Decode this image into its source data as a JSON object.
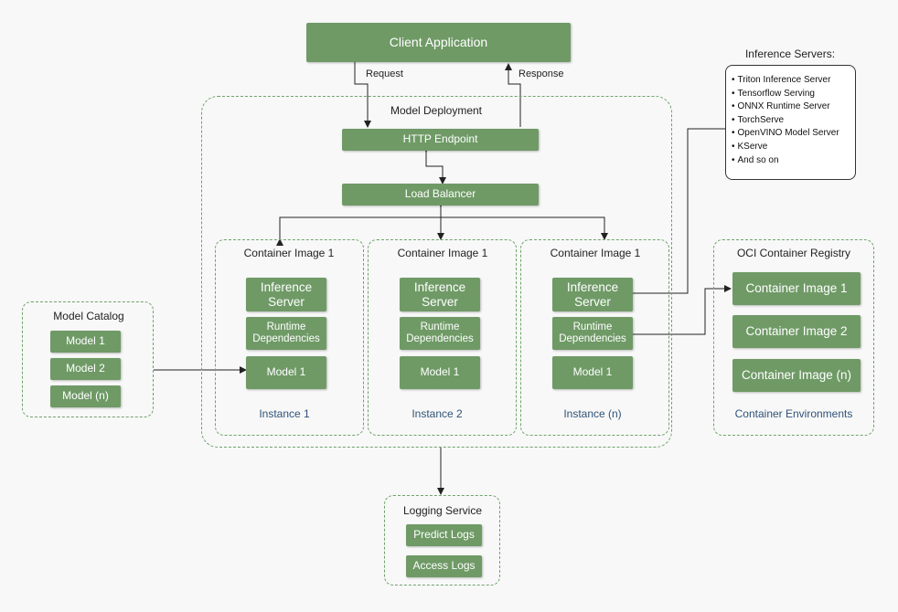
{
  "client": {
    "label": "Client Application",
    "request_label": "Request",
    "response_label": "Response"
  },
  "deployment": {
    "title": "Model Deployment",
    "http_endpoint": "HTTP Endpoint",
    "load_balancer": "Load Balancer",
    "instances": [
      {
        "image_title": "Container Image 1",
        "inference": "Inference Server",
        "runtime": "Runtime Dependencies",
        "model": "Model 1",
        "instance_label": "Instance 1"
      },
      {
        "image_title": "Container Image 1",
        "inference": "Inference Server",
        "runtime": "Runtime Dependencies",
        "model": "Model 1",
        "instance_label": "Instance 2"
      },
      {
        "image_title": "Container Image 1",
        "inference": "Inference Server",
        "runtime": "Runtime Dependencies",
        "model": "Model 1",
        "instance_label": "Instance (n)"
      }
    ]
  },
  "model_catalog": {
    "title": "Model Catalog",
    "models": [
      "Model 1",
      "Model 2",
      "Model (n)"
    ]
  },
  "inference_servers": {
    "title": "Inference Servers:",
    "items": [
      "Triton Inference Server",
      "Tensorflow Serving",
      "ONNX Runtime Server",
      "TorchServe",
      "OpenVINO Model Server",
      "KServe",
      "And so on"
    ]
  },
  "registry": {
    "title": "OCI Container Registry",
    "images": [
      "Container Image 1",
      "Container Image 2",
      "Container Image (n)"
    ],
    "footer": "Container Environments"
  },
  "logging": {
    "title": "Logging Service",
    "items": [
      "Predict Logs",
      "Access Logs"
    ]
  },
  "colors": {
    "box_fill": "#6f9a66",
    "dashed_border": "#6fa36a",
    "instance_text": "#2f5378",
    "line": "#222222"
  }
}
